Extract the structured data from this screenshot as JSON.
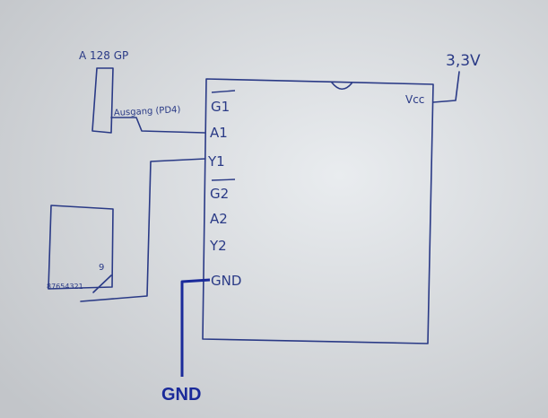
{
  "colors": {
    "paper_light": "#e9ecef",
    "paper_dark": "#c2c5c9",
    "ink": "#2a3a86",
    "gnd_ink": "#1a2a9a"
  },
  "labels": {
    "sensor_part": "A 128 GP",
    "output_line": "Ausgang (PD4)",
    "supply_voltage": "3,3V",
    "chip_vcc": "Vcc",
    "pin_g1": "G1",
    "pin_a1": "A1",
    "pin_y1": "Y1",
    "pin_g2": "G2",
    "pin_a2": "A2",
    "pin_y2": "Y2",
    "pin_gnd": "GND",
    "connector_pins": "87654321",
    "connector_pin9": "9",
    "ground_label": "GND"
  }
}
